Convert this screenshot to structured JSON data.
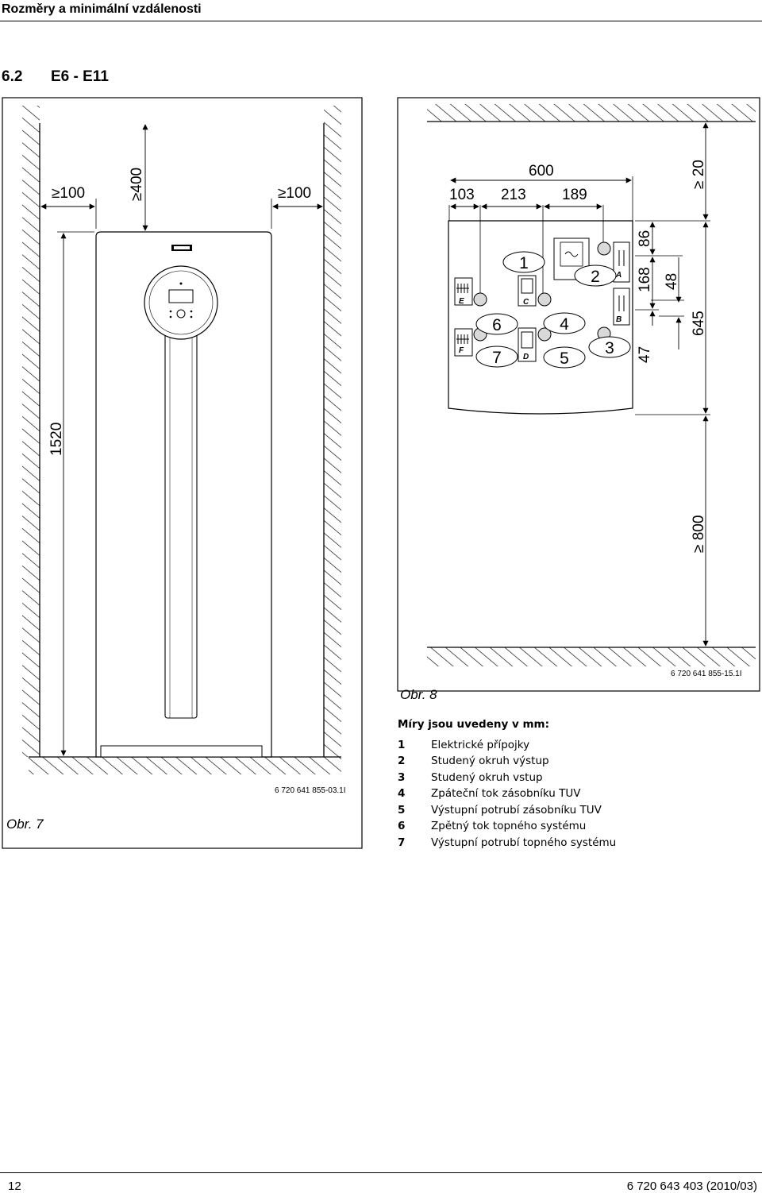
{
  "header": {
    "title": "Rozměry a minimální vzdálenosti"
  },
  "section": {
    "number": "6.2",
    "title": "E6 - E11"
  },
  "figure7": {
    "caption": "Obr. 7",
    "code": "6 720  641 855-03.1I",
    "dims": {
      "left": "≥100",
      "right": "≥100",
      "top": "≥400",
      "height": "1520"
    }
  },
  "figure8": {
    "caption": "Obr. 8",
    "code": "6 720 641 855-15.1I",
    "dims": {
      "total_width": "600",
      "w1": "103",
      "w2": "213",
      "w3": "189",
      "top_min": "≥ 20",
      "bottom_min": "≥ 800",
      "v86": "86",
      "v168": "168",
      "v48": "48",
      "v47": "47",
      "v645": "645"
    },
    "callouts": [
      "1",
      "2",
      "3",
      "4",
      "5",
      "6",
      "7"
    ],
    "letters": [
      "A",
      "B",
      "C",
      "D",
      "E",
      "F"
    ]
  },
  "legend": {
    "title": "Míry jsou uvedeny v mm:",
    "items": [
      {
        "num": "1",
        "text": "Elektrické přípojky"
      },
      {
        "num": "2",
        "text": "Studený okruh výstup"
      },
      {
        "num": "3",
        "text": "Studený okruh vstup"
      },
      {
        "num": "4",
        "text": "Zpáteční tok zásobníku TUV"
      },
      {
        "num": "5",
        "text": "Výstupní potrubí zásobníku TUV"
      },
      {
        "num": "6",
        "text": "Zpětný tok topného systému"
      },
      {
        "num": "7",
        "text": "Výstupní potrubí topného systému"
      }
    ]
  },
  "footer": {
    "page": "12",
    "doc": "6 720 643 403 (2010/03)"
  }
}
